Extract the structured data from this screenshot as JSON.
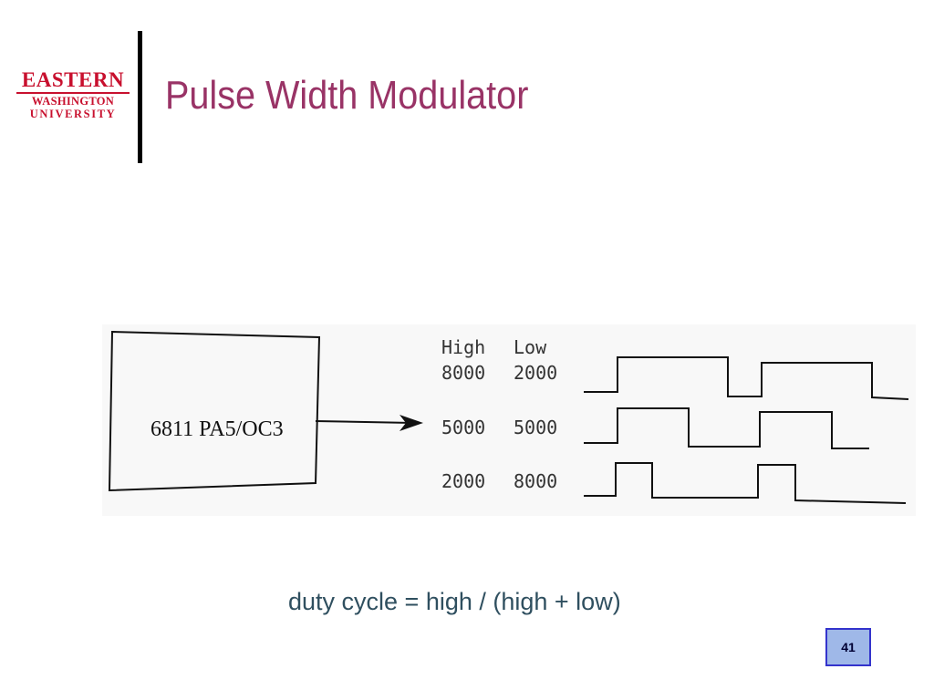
{
  "logo": {
    "line1": "EASTERN",
    "line2": "WASHINGTON",
    "line3": "UNIVERSITY",
    "color": "#c8102e"
  },
  "title": "Pulse Width Modulator",
  "diagram": {
    "chip_label": "6811 PA5/OC3",
    "header_high": "High",
    "header_low": "Low",
    "rows": [
      {
        "high": "8000",
        "low": "2000"
      },
      {
        "high": "5000",
        "low": "5000"
      },
      {
        "high": "2000",
        "low": "8000"
      }
    ]
  },
  "formula": "duty cycle = high / (high + low)",
  "page_number": "41",
  "colors": {
    "title": "#993366",
    "formula": "#2f4f5f",
    "page_box_fill": "#9fb8e8",
    "page_box_border": "#3333cc"
  }
}
